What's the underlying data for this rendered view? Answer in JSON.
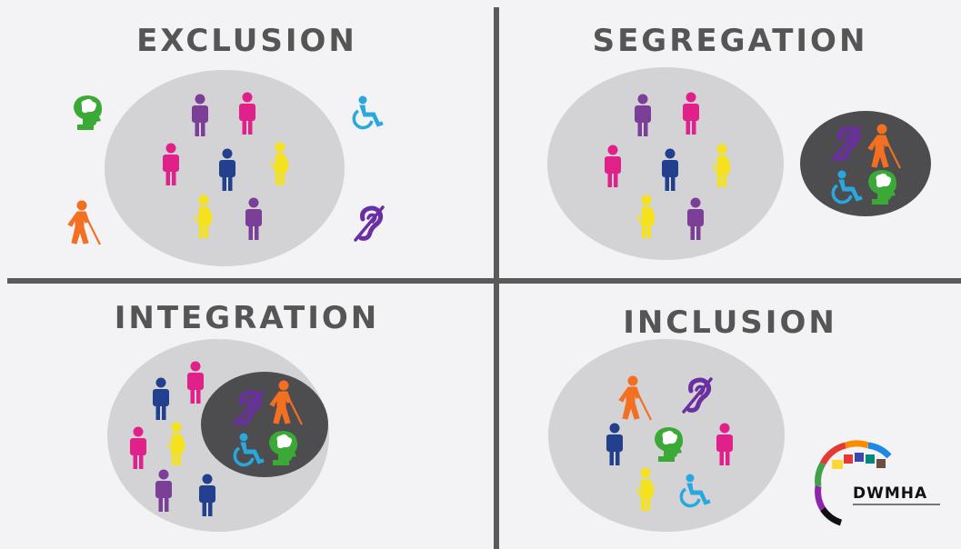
{
  "panels": {
    "exclusion": {
      "title": "EXCLUSION"
    },
    "segregation": {
      "title": "SEGREGATION"
    },
    "integration": {
      "title": "INTEGRATION"
    },
    "inclusion": {
      "title": "INCLUSION"
    }
  },
  "logo": {
    "text": "DWMHA"
  },
  "colors": {
    "background": "#f3f3f5",
    "divider": "#5a5a5a",
    "title": "#555555",
    "circle_light": "#d3d3d5",
    "circle_dark": "#4d4d4f",
    "purple": "#7b3f97",
    "magenta": "#e0218a",
    "navy": "#23408e",
    "yellow": "#f4e21e",
    "green": "#3aa935",
    "cyan": "#29a8e0",
    "orange": "#f36f21",
    "violet": "#6a2fa0"
  },
  "icons": [
    "person-icon",
    "pregnant-woman-icon",
    "mental-health-head-icon",
    "wheelchair-icon",
    "blind-person-cane-icon",
    "hearing-ear-icon"
  ]
}
